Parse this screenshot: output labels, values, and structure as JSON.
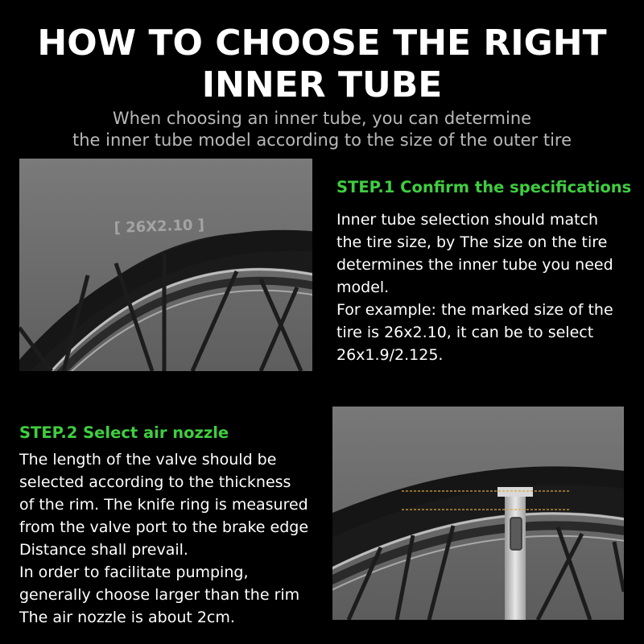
{
  "header": {
    "title_line1": "HOW TO CHOOSE THE RIGHT",
    "title_line2": "INNER TUBE",
    "subtitle_line1": "When choosing an inner tube, you can determine",
    "subtitle_line2": "the inner tube model according to the size of the outer tire"
  },
  "step1": {
    "heading": "STEP.1 Confirm the specifications",
    "tire_marking": "[ 26X2.10 ]",
    "lines": [
      "Inner tube selection should match",
      "the tire size, by The size on the tire",
      "determines the inner tube you need",
      "model.",
      "For example: the marked size of the",
      "tire is 26x2.10, it can be to select",
      "26x1.9/2.125."
    ]
  },
  "step2": {
    "heading": "STEP.2 Select air nozzle",
    "lines": [
      "The length of the valve should be",
      "selected according to the thickness",
      "of the rim. The knife ring is measured",
      "from the valve port to the brake edge",
      "Distance shall prevail.",
      "In order to facilitate pumping,",
      "generally choose larger than the rim",
      "The air nozzle is about 2cm."
    ]
  },
  "colors": {
    "background": "#000000",
    "accent_green": "#3fce3f",
    "subtitle_gray": "#b9b9b9",
    "panel_gray": "#6e6e6e",
    "guide_orange": "#d9a43a"
  },
  "icons": {
    "tire_photo": "tire-closeup-image",
    "valve_photo": "valve-measurement-image"
  }
}
